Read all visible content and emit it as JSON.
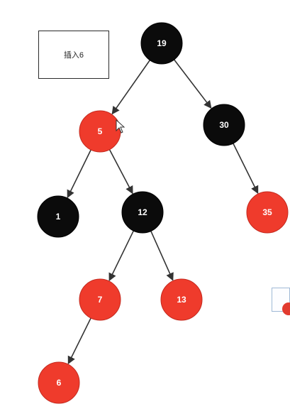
{
  "annotation": {
    "text": "插入6"
  },
  "colors": {
    "black": "#0b0b0b",
    "red": "#ef3b2c",
    "edge": "#333333",
    "node_text": "#ffffff"
  },
  "tree": {
    "nodes": [
      {
        "id": "n19",
        "label": "19",
        "color": "black"
      },
      {
        "id": "n5",
        "label": "5",
        "color": "red"
      },
      {
        "id": "n30",
        "label": "30",
        "color": "black"
      },
      {
        "id": "n1",
        "label": "1",
        "color": "black"
      },
      {
        "id": "n12",
        "label": "12",
        "color": "black"
      },
      {
        "id": "n35",
        "label": "35",
        "color": "red"
      },
      {
        "id": "n7",
        "label": "7",
        "color": "red"
      },
      {
        "id": "n13",
        "label": "13",
        "color": "red"
      },
      {
        "id": "n6",
        "label": "6",
        "color": "red"
      }
    ],
    "edges": [
      {
        "from": "n19",
        "to": "n5"
      },
      {
        "from": "n19",
        "to": "n30"
      },
      {
        "from": "n5",
        "to": "n1"
      },
      {
        "from": "n5",
        "to": "n12"
      },
      {
        "from": "n30",
        "to": "n35"
      },
      {
        "from": "n12",
        "to": "n7"
      },
      {
        "from": "n12",
        "to": "n13"
      },
      {
        "from": "n7",
        "to": "n6"
      }
    ]
  }
}
